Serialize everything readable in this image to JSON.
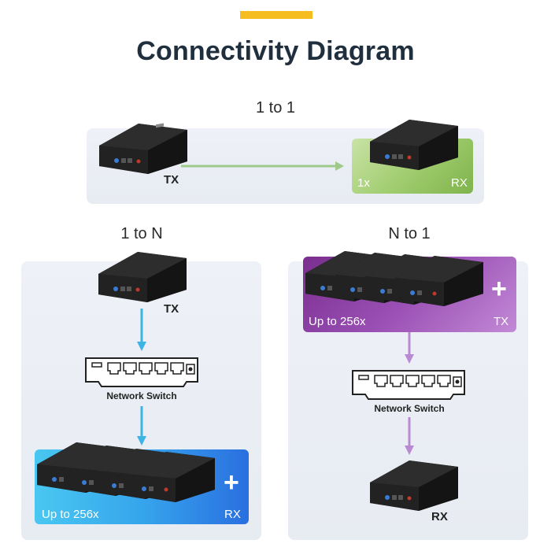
{
  "header": {
    "title": "Connectivity Diagram"
  },
  "one_to_one": {
    "label": "1 to 1",
    "tx_label": "TX",
    "rx_count": "1x",
    "rx_label": "RX"
  },
  "one_to_n": {
    "label": "1 to N",
    "tx_label": "TX",
    "switch_label": "Network Switch",
    "rx_count": "Up to 256x",
    "rx_label": "RX",
    "plus": "+"
  },
  "n_to_one": {
    "label": "N to 1",
    "tx_count": "Up to 256x",
    "tx_label": "TX",
    "plus": "+",
    "switch_label": "Network Switch",
    "rx_label": "RX"
  },
  "colors": {
    "accent": "#f5bd1f",
    "green_arrow": "#9ecb8c",
    "blue_arrow": "#3cb4e6",
    "purple_arrow": "#b98ad3"
  }
}
